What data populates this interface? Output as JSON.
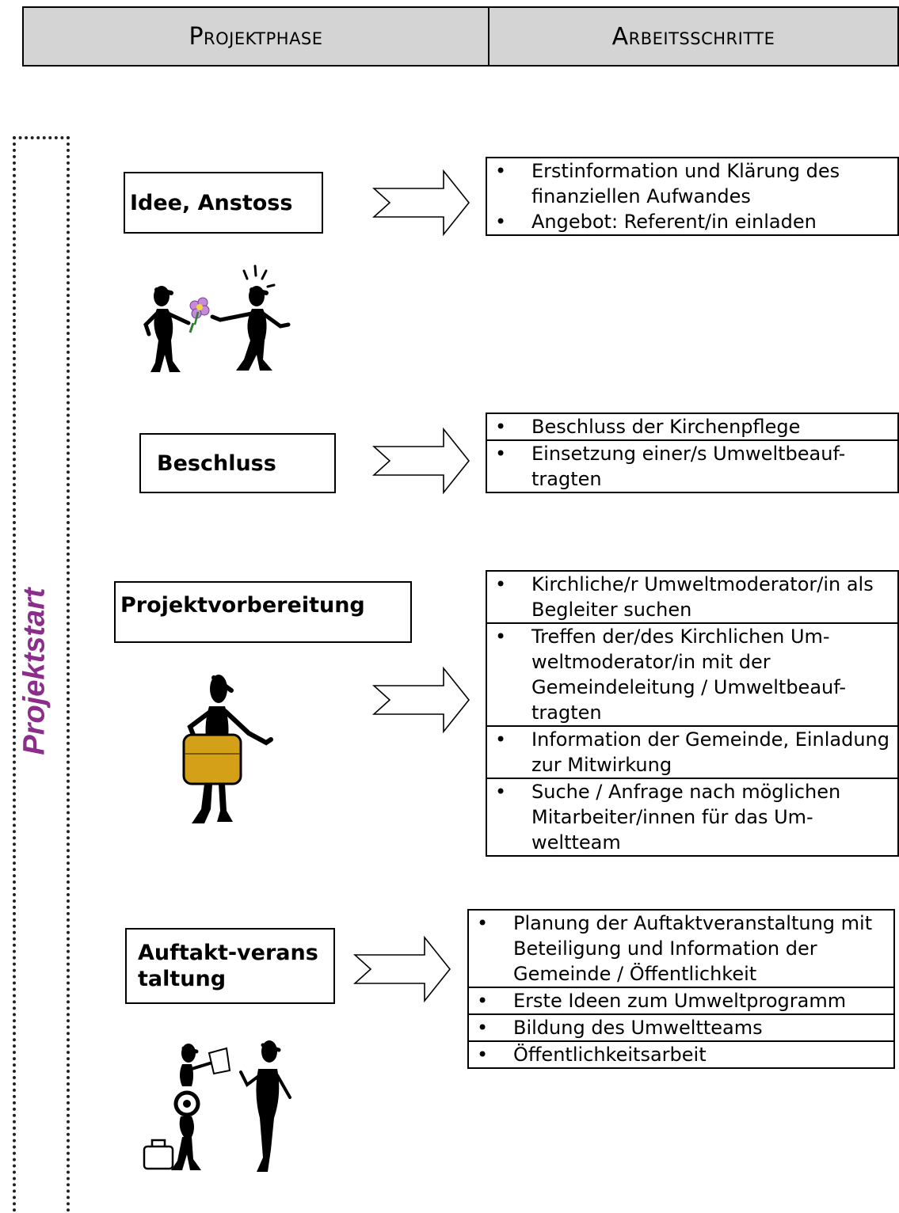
{
  "header": {
    "phase_label": "Projektphase",
    "steps_label": "Arbeitsschritte"
  },
  "side_label": "Projektstart",
  "bullet": "•",
  "phases": [
    {
      "name": "Idee, Anstoss",
      "steps": [
        "Erstinformation und Klärung des finanziellen Aufwandes",
        "Angebot: Referent/in einladen"
      ]
    },
    {
      "name": "Beschluss",
      "steps": [
        "Beschluss der Kirchenpflege",
        "Einsetzung einer/s Umweltbeauf-tragten"
      ]
    },
    {
      "name": "Projektvorbereitung",
      "steps": [
        "Kirchliche/r Umweltmoderator/in als Begleiter suchen",
        "Treffen der/des Kirchlichen Um-weltmoderator/in mit der Gemeindeleitung / Umweltbeauf-tragten",
        "Information der Gemeinde, Einladung zur Mitwirkung",
        "Suche / Anfrage nach möglichen Mitarbeiter/innen für das Um-weltteam"
      ]
    },
    {
      "name": "Auftakt-veranstaltung",
      "steps": [
        "Planung der Auftaktveranstaltung mit Beteiligung und Information der Gemeinde / Öffentlichkeit",
        "Erste Ideen zum Umweltprogramm",
        "Bildung des Umweltteams",
        "Öffentlichkeitsarbeit"
      ]
    }
  ],
  "colors": {
    "side_label": "#8b2d8b",
    "header_bg": "#d4d4d4",
    "case_fill": "#d4a017"
  }
}
